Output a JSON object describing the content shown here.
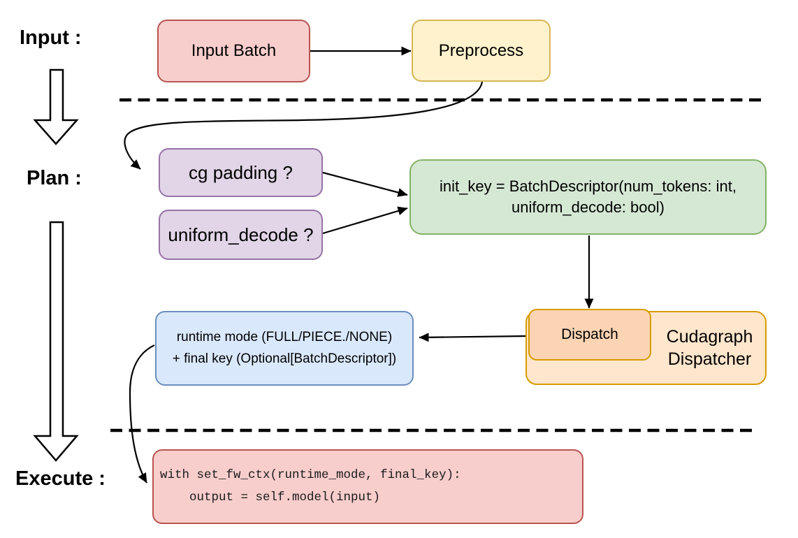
{
  "stage_labels": {
    "input": "Input :",
    "plan": "Plan :",
    "execute": "Execute :"
  },
  "nodes": {
    "input_batch": {
      "label": "Input Batch",
      "fill": "#F8CECC",
      "stroke": "#B85450"
    },
    "preprocess": {
      "label": "Preprocess",
      "fill": "#FFF2CC",
      "stroke": "#D6B656"
    },
    "cg_padding": {
      "label": "cg padding ?",
      "fill": "#E1D5E7",
      "stroke": "#9673A6"
    },
    "uniform_decode": {
      "label": "uniform_decode ?",
      "fill": "#E1D5E7",
      "stroke": "#9673A6"
    },
    "init_key": {
      "line1": "init_key = BatchDescriptor(num_tokens: int,",
      "line2": "uniform_decode: bool)",
      "fill": "#D5E8D4",
      "stroke": "#82B366"
    },
    "cudagraph_dispatcher": {
      "label": "Cudagraph Dispatcher",
      "fill": "#FFE6CC",
      "stroke": "#D79B00"
    },
    "dispatch": {
      "label": "Dispatch",
      "fill": "#FBD4B4",
      "stroke": "#D79B00"
    },
    "runtime_mode": {
      "line1": "runtime mode (FULL/PIECE./NONE)",
      "line2": "+ final key (Optional[BatchDescriptor])",
      "fill": "#DAE8FC",
      "stroke": "#6C8EBF"
    },
    "execute_code": {
      "line1": "with set_fw_ctx(runtime_mode, final_key):",
      "line2": "    output = self.model(input)",
      "fill": "#F8CECC",
      "stroke": "#B85450"
    }
  },
  "connector_color": "#000000",
  "background_color": "#FFFFFF"
}
